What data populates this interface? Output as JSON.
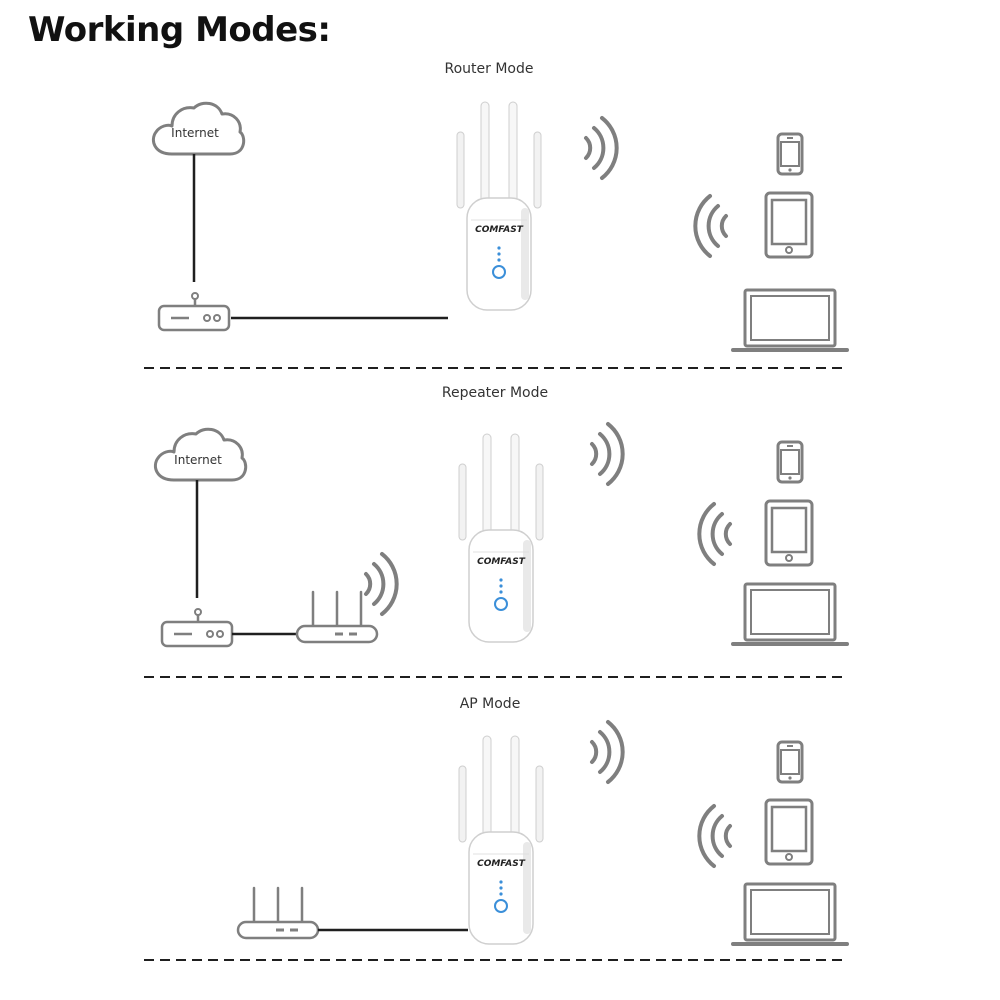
{
  "title": "Working Modes:",
  "brand": "COMFAST",
  "colors": {
    "line": "#1f1f1f",
    "icon": "#7f7f7f",
    "device_body": "#ffffff",
    "device_shade": "#e3e3e3",
    "led": "#3b8fd9",
    "cloud": "#7f7f7f"
  },
  "modes": [
    {
      "label": "Router Mode",
      "internet_label": "Internet"
    },
    {
      "label": "Repeater Mode",
      "internet_label": "Internet"
    },
    {
      "label": "AP Mode"
    }
  ]
}
